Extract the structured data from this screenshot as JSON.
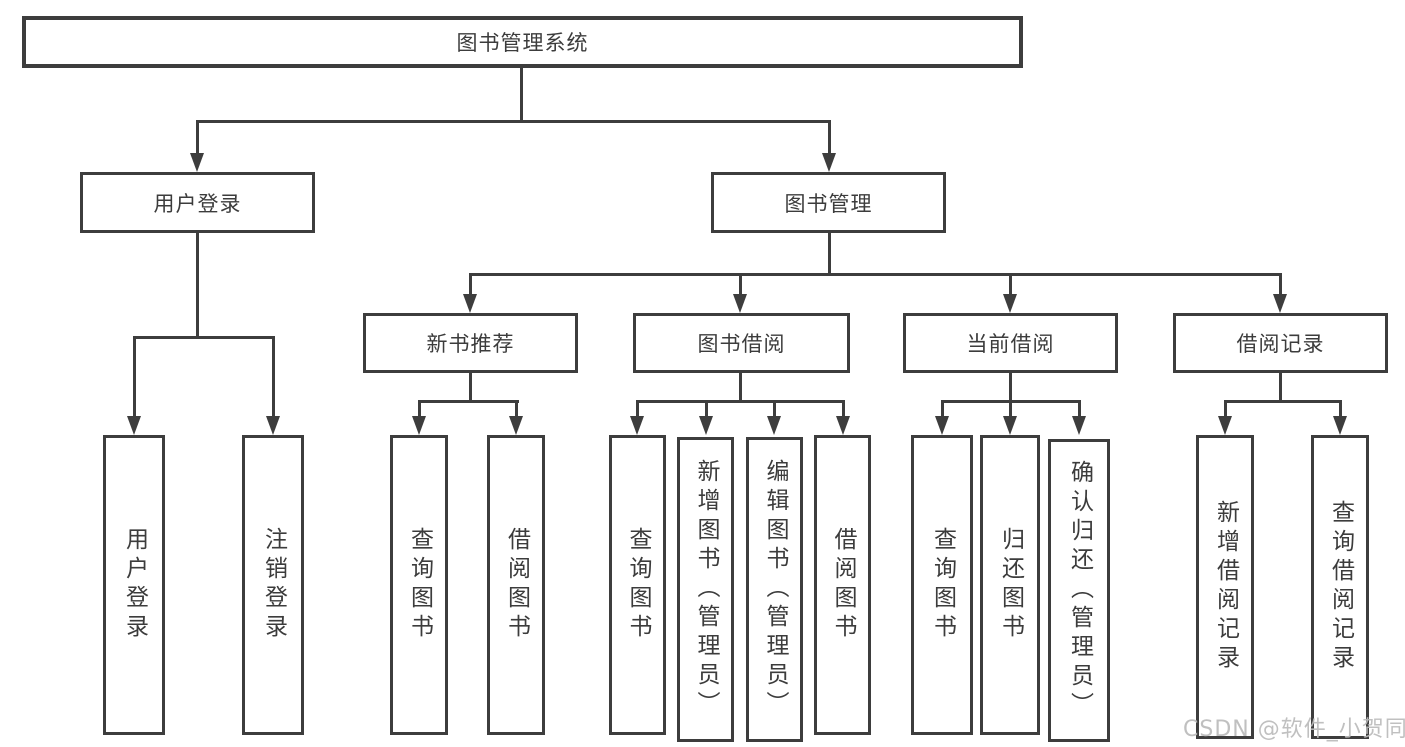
{
  "diagram": {
    "root": {
      "label": "图书管理系统"
    },
    "level2": {
      "user_login": {
        "label": "用户登录"
      },
      "book_management": {
        "label": "图书管理"
      }
    },
    "level3": {
      "new_book": {
        "label": "新书推荐"
      },
      "book_borrow": {
        "label": "图书借阅"
      },
      "current_borrow": {
        "label": "当前借阅"
      },
      "borrow_records": {
        "label": "借阅记录"
      }
    },
    "leaves": {
      "user_login": [
        "用户登录",
        "注销登录"
      ],
      "new_book": [
        "查询图书",
        "借阅图书"
      ],
      "book_borrow": [
        "查询图书",
        "新增图书（管理员）",
        "编辑图书（管理员）",
        "借阅图书"
      ],
      "current_borrow": [
        "查询图书",
        "归还图书",
        "确认归还（管理员）"
      ],
      "borrow_records": [
        "新增借阅记录",
        "查询借阅记录"
      ]
    },
    "colors": {
      "line": "#3d3d3d",
      "text": "#3c3c3c",
      "background": "#ffffff",
      "watermark": "#bbbbbb"
    }
  },
  "watermark": {
    "text": "CSDN @软件_小贺同学"
  }
}
